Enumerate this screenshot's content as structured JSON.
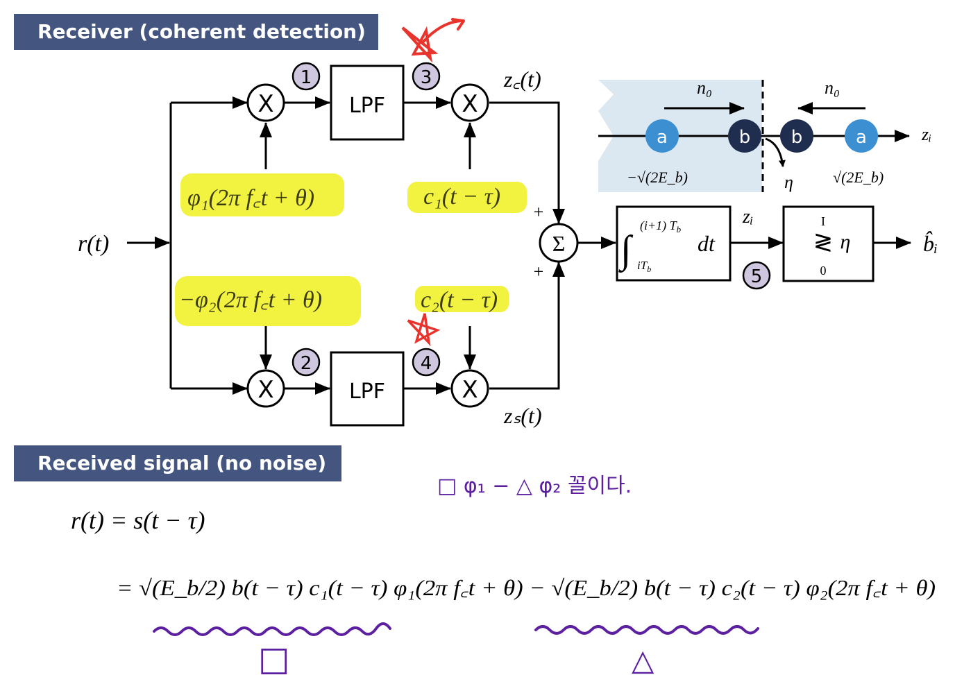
{
  "headers": {
    "receiver": "Receiver (coherent detection)",
    "received_signal": "Received signal (no noise)"
  },
  "diagram": {
    "input": "r(t)",
    "mixer_symbol": "X",
    "lpf": "LPF",
    "sum_symbol": "Σ",
    "plus": "+",
    "circle_labels": [
      "1",
      "2",
      "3",
      "4",
      "5"
    ],
    "carrier_top": "φ₁(2π f꜀t + θ)",
    "carrier_bottom": "−φ₂(2π f꜀t + θ)",
    "code_top": "c₁(t − τ)",
    "code_bottom": "c₂(t − τ)",
    "zc": "z꜀(t)",
    "zs": "zₛ(t)",
    "integrator": "∫ from iTb to (i+1)Tb  dt",
    "zi": "zᵢ",
    "decision": "≷ η",
    "decision_top": "I",
    "decision_bottom": "0",
    "output": "b̂ᵢ"
  },
  "constellation": {
    "n0": "n₀",
    "point_a": "a",
    "point_b": "b",
    "neg_label": "−√(2E_b)",
    "pos_label": "√(2E_b)",
    "eta": "η",
    "axis": "zᵢ"
  },
  "equation": {
    "line1": "r(t) = s(t − τ)",
    "line2": "= √(E_b/2) b(t − τ) c₁(t − τ) φ₁(2π f꜀t + θ) − √(E_b/2) b(t − τ) c₂(t − τ) φ₂(2π f꜀t + θ)"
  },
  "annotations": {
    "note": "□ φ₁ − △ φ₂ 꼴이다.",
    "square": "□",
    "triangle": "△"
  },
  "colors": {
    "header_bg": "#44557f",
    "highlight": "#f0f020",
    "marker_red": "#e8342c",
    "marker_purple": "#5b1fa0",
    "node_a": "#3c8fd0",
    "node_b": "#1f2d4f",
    "circle_fill": "#cfc7df",
    "panel_bg": "#dce8f1"
  }
}
